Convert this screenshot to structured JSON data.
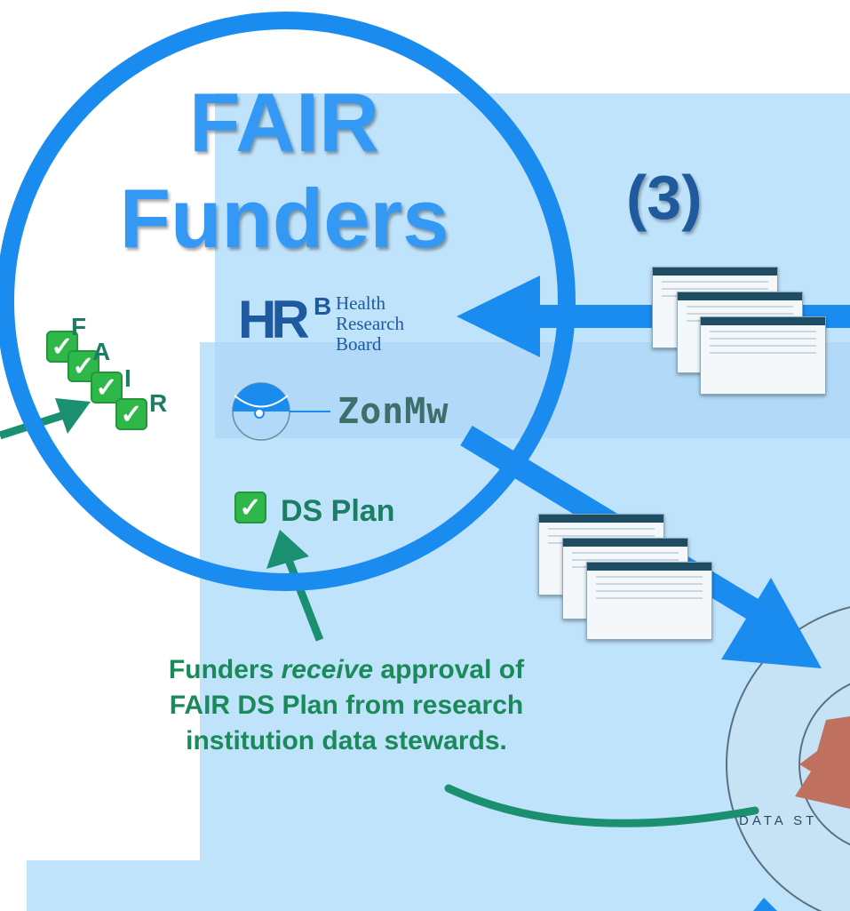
{
  "title": {
    "line1": "FAIR",
    "line2": "Funders"
  },
  "step_label": "(3)",
  "funders": {
    "hrb": {
      "initials": "HR",
      "superscript": "B",
      "line1": "Health",
      "line2": "Research",
      "line3": "Board"
    },
    "zonmw": "ZonMw"
  },
  "fair_checklist": {
    "letters": [
      "F",
      "A",
      "I",
      "R"
    ],
    "check_glyph": "✓"
  },
  "ds_plan": {
    "check_glyph": "✓",
    "label": "DS Plan"
  },
  "caption": {
    "part1": "Funders ",
    "emphasis": "receive",
    "part2": " approval of",
    "line2": "FAIR DS Plan from research",
    "line3": "institution data stewards."
  },
  "data_stewardship_partial": "DATA ST",
  "colors": {
    "circle": "#1a8cf0",
    "arrow_blue": "#1a8cf0",
    "arrow_green": "#1b9070",
    "panel": "#bfe3fb",
    "title": "#3399f5",
    "step": "#1e5a9c",
    "caption": "#1b8a5a"
  }
}
